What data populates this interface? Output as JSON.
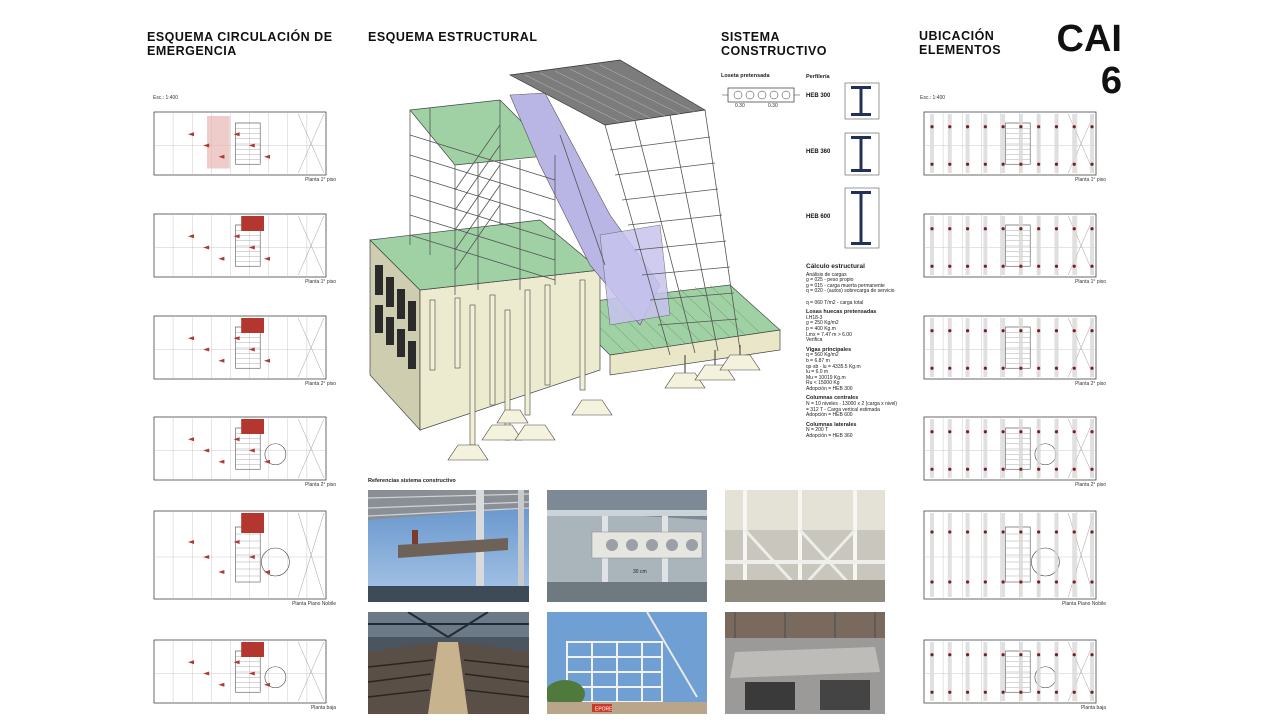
{
  "headers": {
    "circulation": "ESQUEMA CIRCULACIÓN DE EMERGENCIA",
    "structural": "ESQUEMA ESTRUCTURAL",
    "constructive": "SISTEMA CONSTRUCTIVO",
    "location": "UBICACIÓN ELEMENTOS"
  },
  "cai": {
    "line1": "CAI",
    "line2": "6"
  },
  "scale_label_left": "Esc.: 1:400",
  "scale_label_right": "Esc.: 1:400",
  "plans_left": [
    {
      "label": "Planta 1° piso"
    },
    {
      "label": "Planta 1° piso"
    },
    {
      "label": "Planta 2° piso"
    },
    {
      "label": "Planta 2° piso"
    },
    {
      "label": "Planta Piano Nobile"
    },
    {
      "label": "Planta baja"
    }
  ],
  "plans_right": [
    {
      "label": "Planta 1° piso"
    },
    {
      "label": "Planta 1° piso"
    },
    {
      "label": "Planta 2° piso"
    },
    {
      "label": "Planta 2° piso"
    },
    {
      "label": "Planta Piano Nobile"
    },
    {
      "label": "Planta baja"
    }
  ],
  "losetas": {
    "title": "Loseta pretensada",
    "dims": [
      "0.30",
      "0.30"
    ]
  },
  "perfileria": {
    "title": "Perfilería",
    "profiles": [
      "HEB 300",
      "HEB 360",
      "HEB 600"
    ]
  },
  "calculo": {
    "title": "Cálculo estructural",
    "blocks": [
      {
        "head": "",
        "lines": [
          "Análisis de cargas",
          "g = 025 - peso propio",
          "g = 015 - carga muerta permanente",
          "q = 020 - (autos) sobrecarga de servicio",
          "",
          "q = 060 T/m2 - carga total"
        ]
      },
      {
        "head": "Losas huecas pretensadas",
        "lines": [
          "LH18-3",
          "g = 250 Kg/m2",
          "p = 400 Kg.m",
          "Lmx = 7.47 m > 6.00",
          "Verifica"
        ]
      },
      {
        "head": "Vigas principales",
        "lines": [
          "q = 560 Kg/m2",
          "b = 6.87 m",
          "qs·sb · lu = 4335.5 Kg.m",
          "lu = 6.0 m",
          "Mu = 10019 Kg.m",
          "Ru < 15000 Kg",
          "Adopción = HEB 300"
        ]
      },
      {
        "head": "Columnas centrales",
        "lines": [
          "N = 10 niveles · 13000 x 2 (carga x nivel)",
          "= 312 T - Carga vertical estimada",
          "Adopción = HEB 600"
        ]
      },
      {
        "head": "Columnas laterales",
        "lines": [
          "N = 200 T",
          "Adopción = HEB 360"
        ]
      }
    ]
  },
  "references_title": "Referencias sistema constructivo",
  "photo_caption_dim": "30 cm",
  "photo_sign": "EPORE",
  "colors": {
    "slab_green": "#9fd1a4",
    "stair_purple": "#b9b6e6",
    "frame": "#f1efd4",
    "emergency_red": "#b3362f",
    "column_red": "#7a1f1f"
  }
}
